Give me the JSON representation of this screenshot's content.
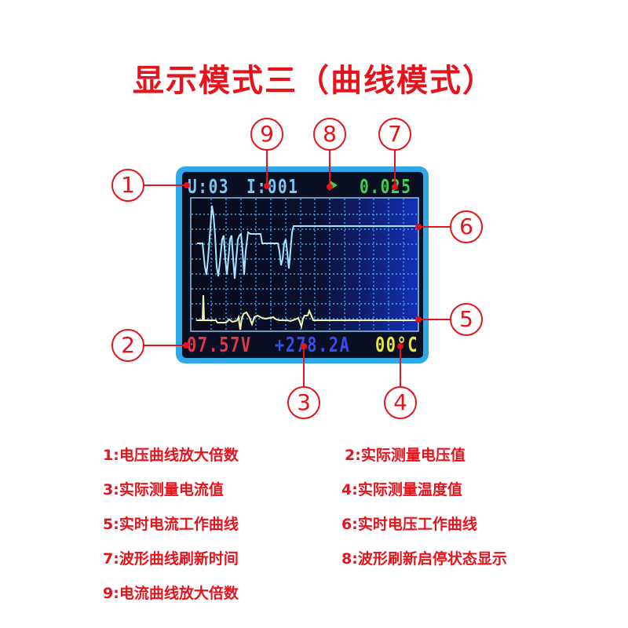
{
  "title": "显示模式三（曲线模式）",
  "colors": {
    "accent_red": "#e5131b",
    "frame_blue": "#2fa8ea",
    "screen_bg": "#0a0f24",
    "grid": "#3b8fd8",
    "voltage_curve": "#a8e4ff",
    "current_curve": "#f3f2b0",
    "voltage_multiplier": "#7cc8f2",
    "refresh_time": "#3fd24a",
    "voltage_value": "#e03a48",
    "current_value": "#3a4cf0",
    "temperature_value": "#e6e63a"
  },
  "screen": {
    "top_bar": {
      "voltage_multiplier": "U:03",
      "current_multiplier": "I:001",
      "run_state_icon": "play-triangle-icon",
      "refresh_time": "0.025"
    },
    "bottom_bar": {
      "voltage": "07.57V",
      "current": "+278.2A",
      "temperature": "00°C"
    }
  },
  "callouts": [
    {
      "n": "1",
      "label": "1:电压曲线放大倍数"
    },
    {
      "n": "2",
      "label": "2:实际测量电压值"
    },
    {
      "n": "3",
      "label": "3:实际测量电流值"
    },
    {
      "n": "4",
      "label": "4:实际测量温度值"
    },
    {
      "n": "5",
      "label": "5:实时电流工作曲线"
    },
    {
      "n": "6",
      "label": "6:实时电压工作曲线"
    },
    {
      "n": "7",
      "label": "7:波形曲线刷新时间"
    },
    {
      "n": "8",
      "label": "8:波形刷新启停状态显示"
    },
    {
      "n": "9",
      "label": "9:电流曲线放大倍数"
    }
  ]
}
